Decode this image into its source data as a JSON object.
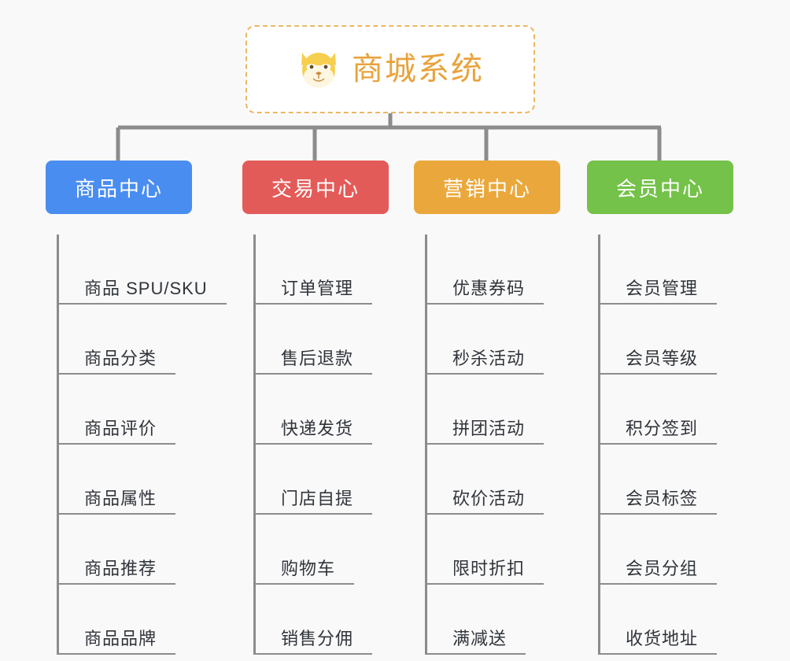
{
  "root": {
    "title": "商城系统",
    "icon": "shiba-dog-icon",
    "icon_color": "#f7cf4e",
    "text_color": "#e8a33d",
    "border_color": "#eab762"
  },
  "canvas": {
    "background": "#f9f9f9",
    "connector_color": "#8c8c8c"
  },
  "categories": [
    {
      "label": "商品中心",
      "color": "#4a8df0",
      "children": [
        {
          "label": "商品 SPU/SKU"
        },
        {
          "label": "商品分类"
        },
        {
          "label": "商品评价"
        },
        {
          "label": "商品属性"
        },
        {
          "label": "商品推荐"
        },
        {
          "label": "商品品牌"
        }
      ]
    },
    {
      "label": "交易中心",
      "color": "#e35b58",
      "children": [
        {
          "label": "订单管理"
        },
        {
          "label": "售后退款"
        },
        {
          "label": "快递发货"
        },
        {
          "label": "门店自提"
        },
        {
          "label": "购物车"
        },
        {
          "label": "销售分佣"
        }
      ]
    },
    {
      "label": "营销中心",
      "color": "#eaa83c",
      "children": [
        {
          "label": "优惠券码"
        },
        {
          "label": "秒杀活动"
        },
        {
          "label": "拼团活动"
        },
        {
          "label": "砍价活动"
        },
        {
          "label": "限时折扣"
        },
        {
          "label": "满减送"
        }
      ]
    },
    {
      "label": "会员中心",
      "color": "#74c249",
      "children": [
        {
          "label": "会员管理"
        },
        {
          "label": "会员等级"
        },
        {
          "label": "积分签到"
        },
        {
          "label": "会员标签"
        },
        {
          "label": "会员分组"
        },
        {
          "label": "收货地址"
        }
      ]
    }
  ]
}
